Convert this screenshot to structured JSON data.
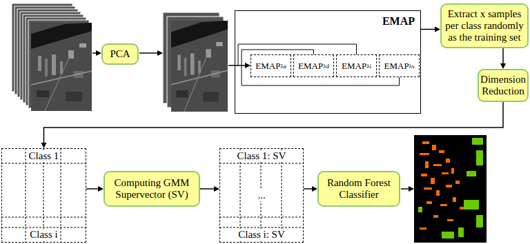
{
  "diagram": {
    "nodes": [
      {
        "text": [
          "PCA"
        ]
      },
      {
        "text": [
          "EMAP"
        ]
      },
      {
        "text": [
          "EMAP",
          "λa"
        ],
        "in": 1
      },
      {
        "text": [
          "EMAP",
          "λd"
        ],
        "in": 1
      },
      {
        "text": [
          "EMAP",
          "λi"
        ],
        "in": 1
      },
      {
        "text": [
          "EMAP",
          "λs"
        ],
        "in": 1
      },
      {
        "text": [
          "Extract x samples per class randomly as the training set"
        ]
      },
      {
        "text": [
          "Dimension Reduction"
        ]
      },
      {
        "text": [
          "Class 1",
          "Class i"
        ]
      },
      {
        "text": [
          "Computing GMM Supervector (SV)"
        ]
      },
      {
        "text": [
          "Class 1: SV",
          "...",
          "Class i: SV"
        ]
      },
      {
        "text": [
          "Random Forest Classifier"
        ]
      }
    ],
    "edges": [
      {
        "from": 1,
        "to": 6,
        "arrow": "to"
      },
      {
        "from": 6,
        "to": 7,
        "arrow": "to"
      },
      {
        "from": 7,
        "to": 8,
        "arrow": "to"
      },
      {
        "from": 8,
        "to": 9,
        "arrow": "to"
      },
      {
        "from": 9,
        "to": 10,
        "arrow": "to"
      },
      {
        "from": 10,
        "to": 11,
        "arrow": "to"
      }
    ]
  }
}
